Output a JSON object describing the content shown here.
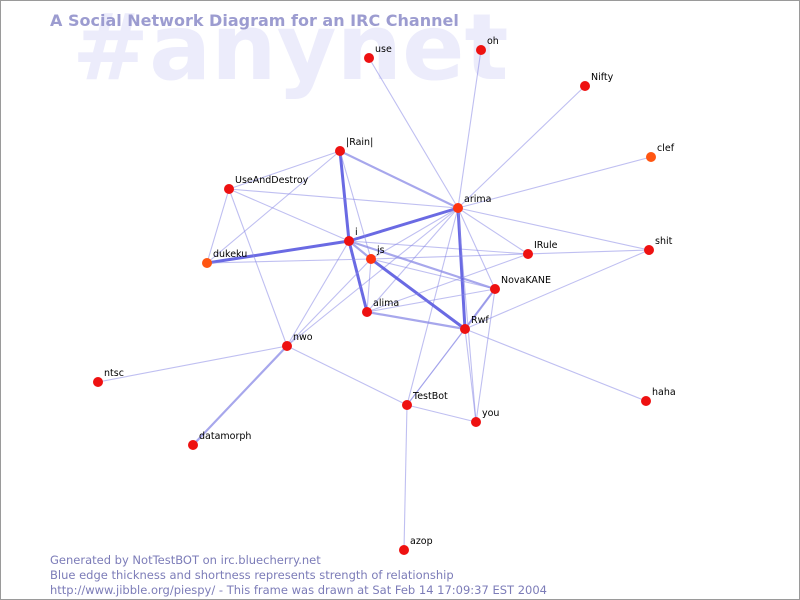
{
  "watermark": "#anynet",
  "title": "A Social Network Diagram for an IRC Channel",
  "footer": {
    "line1": "Generated by NotTestBOT on irc.bluecherry.net",
    "line2": "Blue edge thickness and shortness represents strength of relationship",
    "line3": "http://www.jibble.org/piespy/ - This frame was drawn at Sat Feb 14 17:09:37 EST 2004"
  },
  "colors": {
    "node_red": "#ee1111",
    "node_orange": "#ff5511",
    "edge": "#8a8ae6",
    "title": "#9c9cd0",
    "watermark": "#ececfb"
  },
  "nodes": [
    {
      "id": "use",
      "label": "use",
      "color": "#ee1111"
    },
    {
      "id": "oh",
      "label": "oh",
      "color": "#ee1111"
    },
    {
      "id": "Nifty",
      "label": "Nifty",
      "color": "#ee1111"
    },
    {
      "id": "clef",
      "label": "clef",
      "color": "#ff5511"
    },
    {
      "id": "Rain",
      "label": "|Rain|",
      "color": "#ee1111"
    },
    {
      "id": "UseAndDestroy",
      "label": "UseAndDestroy",
      "color": "#ee1111"
    },
    {
      "id": "arima",
      "label": "arima",
      "color": "#ff3311"
    },
    {
      "id": "i",
      "label": "i",
      "color": "#ee1111"
    },
    {
      "id": "js",
      "label": "js",
      "color": "#ff3311"
    },
    {
      "id": "IRule",
      "label": "IRule",
      "color": "#ee1111"
    },
    {
      "id": "shit",
      "label": "shit",
      "color": "#ee1111"
    },
    {
      "id": "dukeku",
      "label": "dukeku",
      "color": "#ff5511"
    },
    {
      "id": "NovaKANE",
      "label": "NovaKANE",
      "color": "#ee1111"
    },
    {
      "id": "alima",
      "label": "alima",
      "color": "#ee1111"
    },
    {
      "id": "Rwf",
      "label": "Rwf",
      "color": "#ee1111"
    },
    {
      "id": "nwo",
      "label": "nwo",
      "color": "#ee1111"
    },
    {
      "id": "ntsc",
      "label": "ntsc",
      "color": "#ee1111"
    },
    {
      "id": "haha",
      "label": "haha",
      "color": "#ee1111"
    },
    {
      "id": "TestBot",
      "label": "TestBot",
      "color": "#ee1111"
    },
    {
      "id": "you",
      "label": "you",
      "color": "#ee1111"
    },
    {
      "id": "datamorph",
      "label": "datamorph",
      "color": "#ee1111"
    },
    {
      "id": "azop",
      "label": "azop",
      "color": "#ee1111"
    }
  ],
  "edges": [
    {
      "source": "i",
      "target": "Rain",
      "weight": 3
    },
    {
      "source": "i",
      "target": "arima",
      "weight": 3
    },
    {
      "source": "i",
      "target": "dukeku",
      "weight": 3
    },
    {
      "source": "i",
      "target": "alima",
      "weight": 3
    },
    {
      "source": "i",
      "target": "NovaKANE",
      "weight": 2
    },
    {
      "source": "i",
      "target": "js",
      "weight": 2
    },
    {
      "source": "i",
      "target": "UseAndDestroy",
      "weight": 1
    },
    {
      "source": "i",
      "target": "nwo",
      "weight": 1
    },
    {
      "source": "i",
      "target": "IRule",
      "weight": 1
    },
    {
      "source": "Rain",
      "target": "arima",
      "weight": 2
    },
    {
      "source": "Rain",
      "target": "UseAndDestroy",
      "weight": 1
    },
    {
      "source": "Rain",
      "target": "dukeku",
      "weight": 1
    },
    {
      "source": "Rain",
      "target": "js",
      "weight": 1
    },
    {
      "source": "UseAndDestroy",
      "target": "dukeku",
      "weight": 1
    },
    {
      "source": "UseAndDestroy",
      "target": "arima",
      "weight": 1
    },
    {
      "source": "UseAndDestroy",
      "target": "nwo",
      "weight": 1
    },
    {
      "source": "arima",
      "target": "Rwf",
      "weight": 3
    },
    {
      "source": "arima",
      "target": "js",
      "weight": 1
    },
    {
      "source": "arima",
      "target": "alima",
      "weight": 1
    },
    {
      "source": "arima",
      "target": "NovaKANE",
      "weight": 1
    },
    {
      "source": "arima",
      "target": "IRule",
      "weight": 1
    },
    {
      "source": "arima",
      "target": "use",
      "weight": 1
    },
    {
      "source": "arima",
      "target": "oh",
      "weight": 1
    },
    {
      "source": "arima",
      "target": "Nifty",
      "weight": 1
    },
    {
      "source": "arima",
      "target": "clef",
      "weight": 1
    },
    {
      "source": "arima",
      "target": "shit",
      "weight": 1
    },
    {
      "source": "arima",
      "target": "TestBot",
      "weight": 1
    },
    {
      "source": "arima",
      "target": "you",
      "weight": 1
    },
    {
      "source": "arima",
      "target": "nwo",
      "weight": 1
    },
    {
      "source": "js",
      "target": "Rwf",
      "weight": 3
    },
    {
      "source": "js",
      "target": "alima",
      "weight": 1
    },
    {
      "source": "js",
      "target": "NovaKANE",
      "weight": 1
    },
    {
      "source": "js",
      "target": "dukeku",
      "weight": 1
    },
    {
      "source": "js",
      "target": "nwo",
      "weight": 1
    },
    {
      "source": "js",
      "target": "shit",
      "weight": 1
    },
    {
      "source": "alima",
      "target": "Rwf",
      "weight": 2
    },
    {
      "source": "alima",
      "target": "NovaKANE",
      "weight": 1
    },
    {
      "source": "alima",
      "target": "IRule",
      "weight": 1
    },
    {
      "source": "NovaKANE",
      "target": "Rwf",
      "weight": 2
    },
    {
      "source": "NovaKANE",
      "target": "TestBot",
      "weight": 1
    },
    {
      "source": "NovaKANE",
      "target": "you",
      "weight": 1
    },
    {
      "source": "Rwf",
      "target": "TestBot",
      "weight": 1
    },
    {
      "source": "Rwf",
      "target": "you",
      "weight": 1
    },
    {
      "source": "Rwf",
      "target": "haha",
      "weight": 1
    },
    {
      "source": "Rwf",
      "target": "shit",
      "weight": 1
    },
    {
      "source": "nwo",
      "target": "ntsc",
      "weight": 1
    },
    {
      "source": "nwo",
      "target": "datamorph",
      "weight": 2
    },
    {
      "source": "nwo",
      "target": "TestBot",
      "weight": 1
    },
    {
      "source": "TestBot",
      "target": "you",
      "weight": 1
    },
    {
      "source": "TestBot",
      "target": "azop",
      "weight": 1
    }
  ]
}
